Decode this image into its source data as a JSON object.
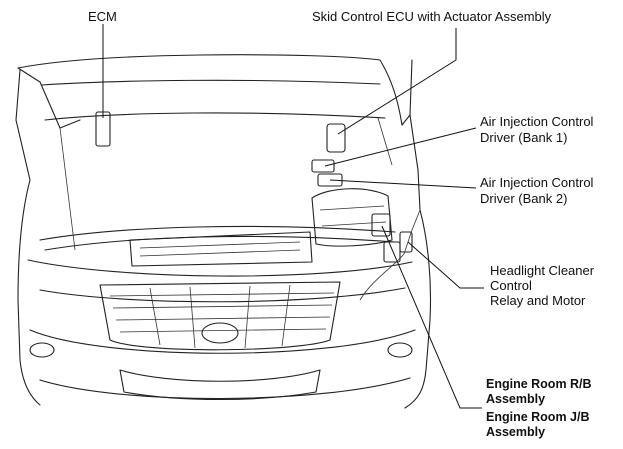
{
  "callouts": {
    "ecm": "ECM",
    "skid_control": "Skid Control ECU with Actuator Assembly",
    "air_injection_bank1_line1": "Air Injection Control",
    "air_injection_bank1_line2": "Driver (Bank 1)",
    "air_injection_bank2_line1": "Air Injection Control",
    "air_injection_bank2_line2": "Driver (Bank 2)",
    "headlight_line1": "Headlight Cleaner",
    "headlight_line2": "Control",
    "headlight_line3": "Relay and Motor",
    "engine_rb_line1": "Engine Room R/B",
    "engine_rb_line2": "Assembly",
    "engine_jb_line1": "Engine Room J/B",
    "engine_jb_line2": "Assembly"
  }
}
